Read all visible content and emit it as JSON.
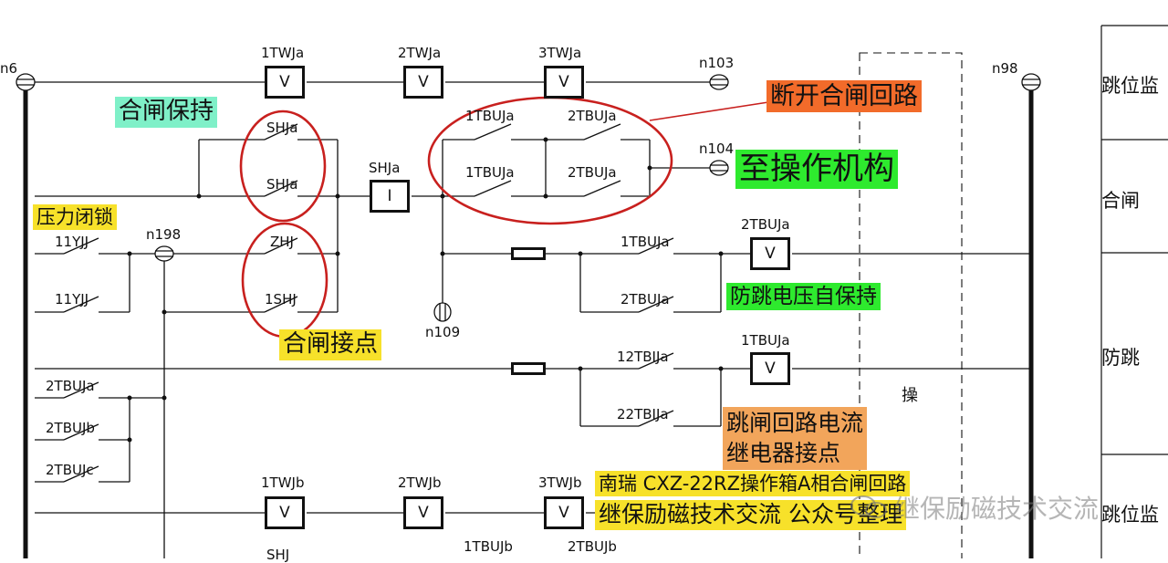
{
  "nodes": {
    "n6": "n6",
    "n98": "n98",
    "n103": "n103",
    "n104": "n104",
    "n198": "n198",
    "n109": "n109"
  },
  "relays": {
    "r1twja": "1TWJa",
    "r2twja": "2TWJa",
    "r3twja": "3TWJa",
    "r1twjb": "1TWJb",
    "r2twjb": "2TWJb",
    "r3twjb": "3TWJb",
    "shja_coil": "SHJa",
    "r2tbuja_coil": "2TBUJa",
    "r1tbuja_coil": "1TBUJa"
  },
  "coil_symbols": {
    "v": "V",
    "i": "I"
  },
  "contacts": {
    "shja_top": "SHJa",
    "shja_bottom": "SHJa",
    "zhj": "ZHJ",
    "shj1": "1SHJ",
    "yjj1": "11YJJ",
    "yjj2": "11YJJ",
    "tbuja1_top": "1TBUJa",
    "tbuja2_top": "2TBUJa",
    "tbuja1_mid": "1TBUJa",
    "tbuja2_mid": "2TBUJa",
    "tbuja1_row4": "1TBUJa",
    "tbuja2_row5": "2TBUJa",
    "tbija12": "12TBIJa",
    "tbija22": "22TBIJa",
    "tbu2a": "2TBUJa",
    "tbu2b": "2TBUJb",
    "tbu2c": "2TBUJc",
    "tbujb1": "1TBUJb",
    "tbujb2": "2TBUJb",
    "shj_cut": "SHJ"
  },
  "annotations": {
    "close_hold": "合闸保持",
    "break_close": "断开合闸回路",
    "to_mechanism": "至操作机构",
    "pressure_lock": "压力闭锁",
    "anti_jump_hold": "防跳电压自保持",
    "close_contact": "合闸接点",
    "trip_current_1": "跳闸回路电流",
    "trip_current_2": "继电器接点",
    "title_1": "南瑞 CXZ-22RZ操作箱A相合闸回路",
    "title_2": "继保励磁技术交流 公众号整理",
    "cao": "操"
  },
  "right_column": [
    "跳位监",
    "合闸",
    "防跳",
    "跳位监"
  ],
  "watermark": "继保励磁技术交流",
  "colors": {
    "teal": "#7FF0C8",
    "orange_red": "#F26B2A",
    "green": "#2EEA2E",
    "yellow": "#F7E12A",
    "orange": "#F2A55B",
    "circle_red": "#C8201E"
  }
}
